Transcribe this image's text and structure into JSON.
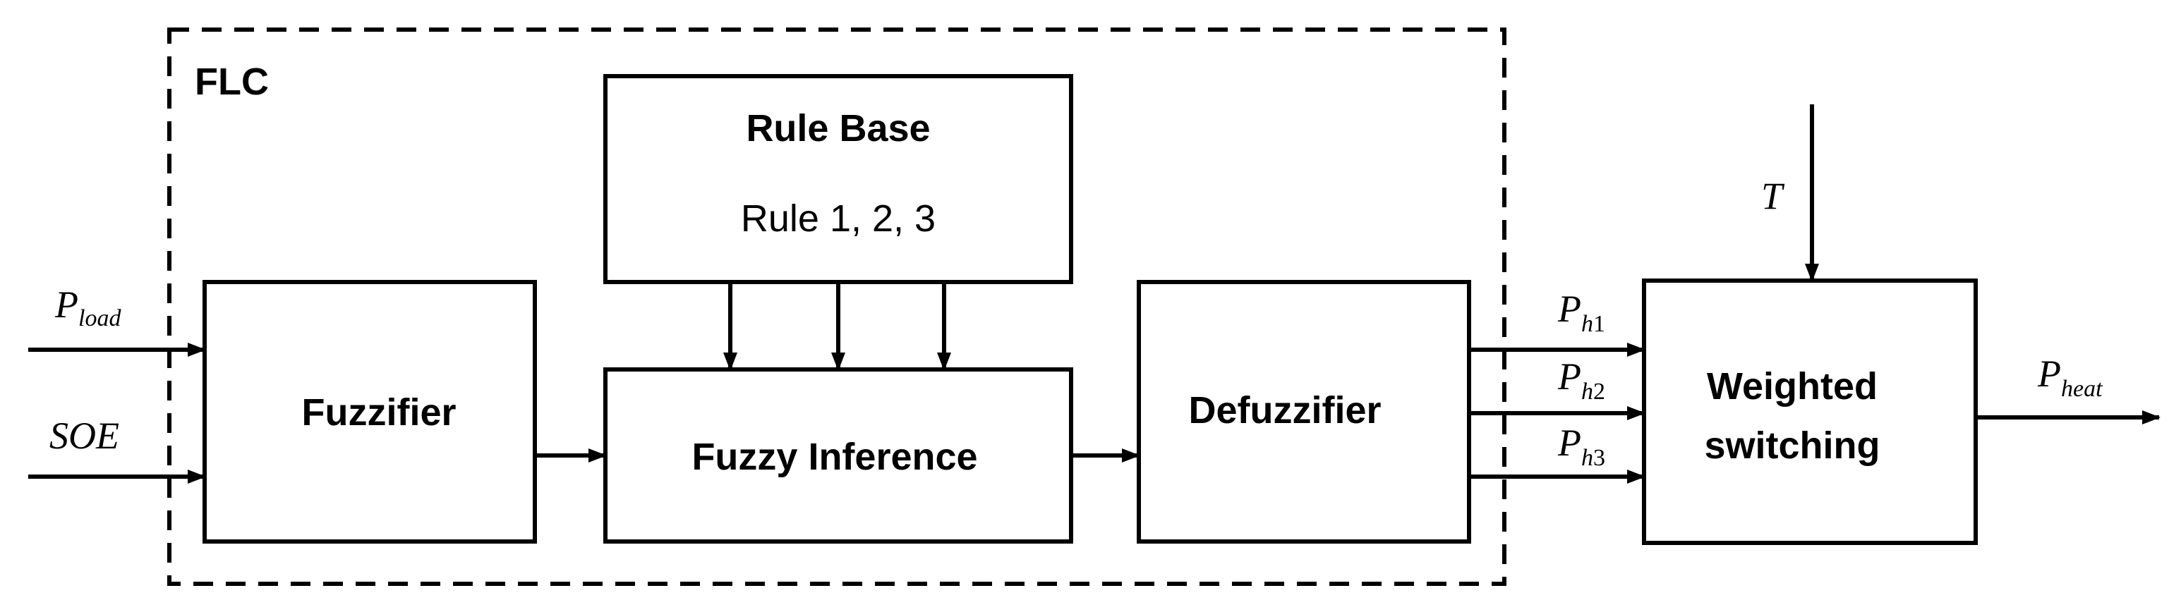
{
  "flc_label": "FLC",
  "blocks": {
    "rule_base_title": "Rule Base",
    "rule_base_rules": "Rule 1, 2, 3",
    "fuzzifier": "Fuzzifier",
    "fuzzy_inference": "Fuzzy Inference",
    "defuzzifier": "Defuzzifier",
    "weighted_line1": "Weighted",
    "weighted_line2": "switching"
  },
  "signals": {
    "p_load": {
      "main": "P",
      "sub": "load"
    },
    "soe": "SOE",
    "t": "T",
    "ph1": {
      "main": "P",
      "sub": "h",
      "num": "1"
    },
    "ph2": {
      "main": "P",
      "sub": "h",
      "num": "2"
    },
    "ph3": {
      "main": "P",
      "sub": "h",
      "num": "3"
    },
    "p_heat": {
      "main": "P",
      "sub": "heat"
    }
  }
}
